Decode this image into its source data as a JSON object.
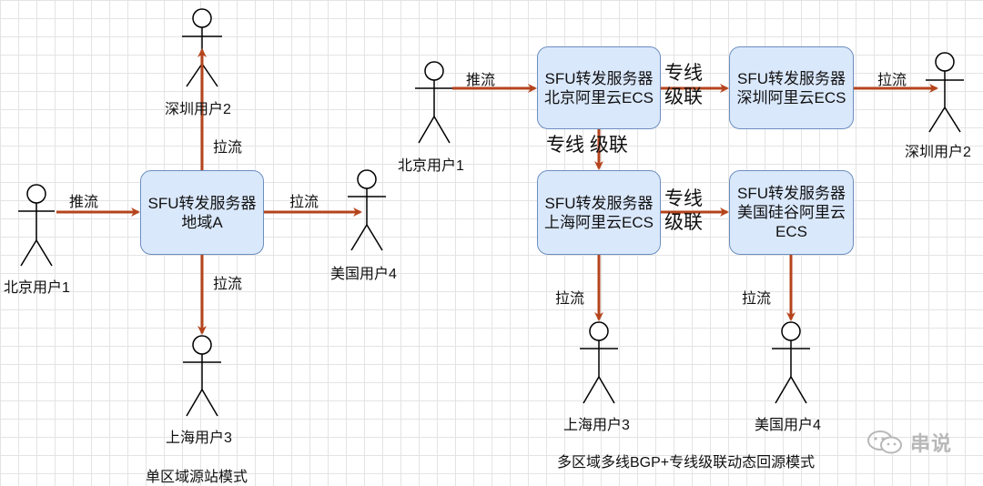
{
  "colors": {
    "box_fill": "#dae8fc",
    "box_border": "#6c8ebf",
    "arrow": "#b5441c"
  },
  "left": {
    "center_box": [
      "SFU转发服务器",
      "地域A"
    ],
    "user_beijing": "北京用户1",
    "user_shenzhen": "深圳用户2",
    "user_shanghai": "上海用户3",
    "user_us": "美国用户4",
    "push_label": "推流",
    "pull_up": "拉流",
    "pull_right": "拉流",
    "pull_down": "拉流",
    "caption": "单区域源站模式"
  },
  "right": {
    "box_beijing": [
      "SFU转发服务器",
      "北京阿里云ECS"
    ],
    "box_shenzhen": [
      "SFU转发服务器",
      "深圳阿里云ECS"
    ],
    "box_shanghai": [
      "SFU转发服务器",
      "上海阿里云ECS"
    ],
    "box_us": [
      "SFU转发服务器",
      "美国硅谷阿里云",
      "ECS"
    ],
    "user_beijing": "北京用户1",
    "user_shenzhen": "深圳用户2",
    "user_shanghai": "上海用户3",
    "user_us": "美国用户4",
    "push_label": "推流",
    "pull_shenzhen": "拉流",
    "pull_shanghai": "拉流",
    "pull_us": "拉流",
    "link_top": [
      "专线",
      "级联"
    ],
    "link_middle": "专线 级联",
    "link_bottom": [
      "专线",
      "级联"
    ],
    "caption": "多区域多线BGP+专线级联动态回源模式"
  },
  "watermark": "串说"
}
